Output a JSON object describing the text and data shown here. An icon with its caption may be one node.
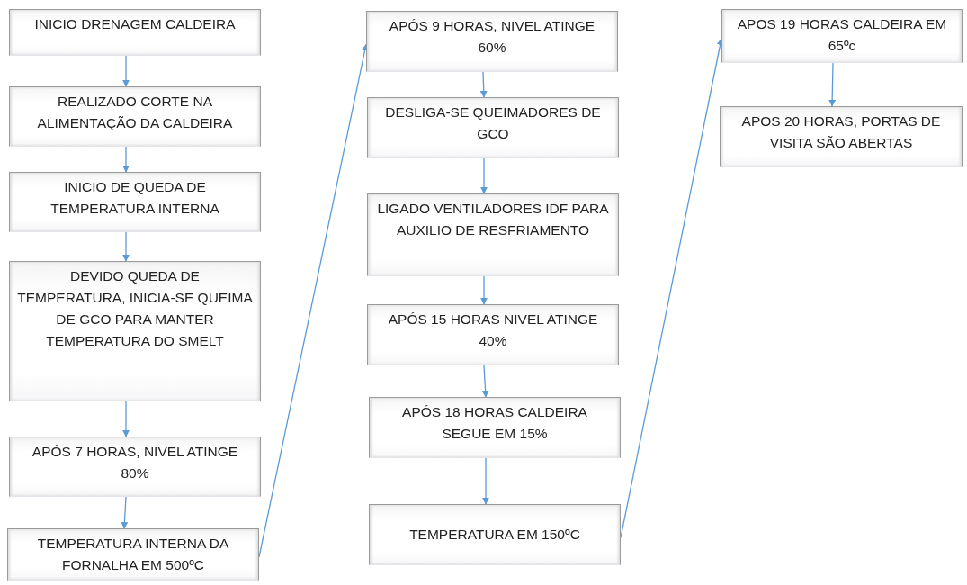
{
  "diagram": {
    "nodes": [
      {
        "text": [
          "INICIO DRENAGEM CALDEIRA"
        ]
      },
      {
        "text": [
          "REALIZADO CORTE NA ALIMENTAÇÃO DA CALDEIRA"
        ]
      },
      {
        "text": [
          "INICIO DE QUEDA DE TEMPERATURA INTERNA"
        ]
      },
      {
        "text": [
          "DEVIDO QUEDA DE TEMPERATURA, INICIA-SE QUEIMA DE GCO PARA MANTER TEMPERATURA DO SMELT"
        ]
      },
      {
        "text": [
          "APÓS 7 HORAS, NIVEL ATINGE 80%"
        ]
      },
      {
        "text": [
          "TEMPERATURA INTERNA DA FORNALHA EM 500ºC"
        ]
      },
      {
        "text": [
          "APÓS 9 HORAS, NIVEL ATINGE 60%"
        ]
      },
      {
        "text": [
          "DESLIGA-SE QUEIMADORES DE GCO"
        ]
      },
      {
        "text": [
          "LIGADO VENTILADORES IDF PARA AUXILIO DE RESFRIAMENTO"
        ]
      },
      {
        "text": [
          "APÓS 15 HORAS NIVEL ATINGE 40%"
        ]
      },
      {
        "text": [
          "APÓS 18 HORAS CALDEIRA SEGUE EM 15%"
        ]
      },
      {
        "text": [
          "TEMPERATURA EM 150ºC"
        ]
      },
      {
        "text": [
          "APOS 19 HORAS CALDEIRA EM 65ºc"
        ]
      },
      {
        "text": [
          "APOS 20 HORAS, PORTAS DE VISITA SÃO ABERTAS"
        ]
      }
    ],
    "edges": [
      {
        "from": 0,
        "to": 1,
        "arrow": "to"
      },
      {
        "from": 1,
        "to": 2,
        "arrow": "to"
      },
      {
        "from": 2,
        "to": 3,
        "arrow": "to"
      },
      {
        "from": 3,
        "to": 4,
        "arrow": "to"
      },
      {
        "from": 4,
        "to": 5,
        "arrow": "to"
      },
      {
        "from": 5,
        "to": 6,
        "arrow": "to"
      },
      {
        "from": 6,
        "to": 7,
        "arrow": "to"
      },
      {
        "from": 7,
        "to": 8,
        "arrow": "to"
      },
      {
        "from": 8,
        "to": 9,
        "arrow": "to"
      },
      {
        "from": 9,
        "to": 10,
        "arrow": "to"
      },
      {
        "from": 10,
        "to": 11,
        "arrow": "to"
      },
      {
        "from": 11,
        "to": 12,
        "arrow": "to"
      },
      {
        "from": 12,
        "to": 13,
        "arrow": "to"
      }
    ]
  }
}
